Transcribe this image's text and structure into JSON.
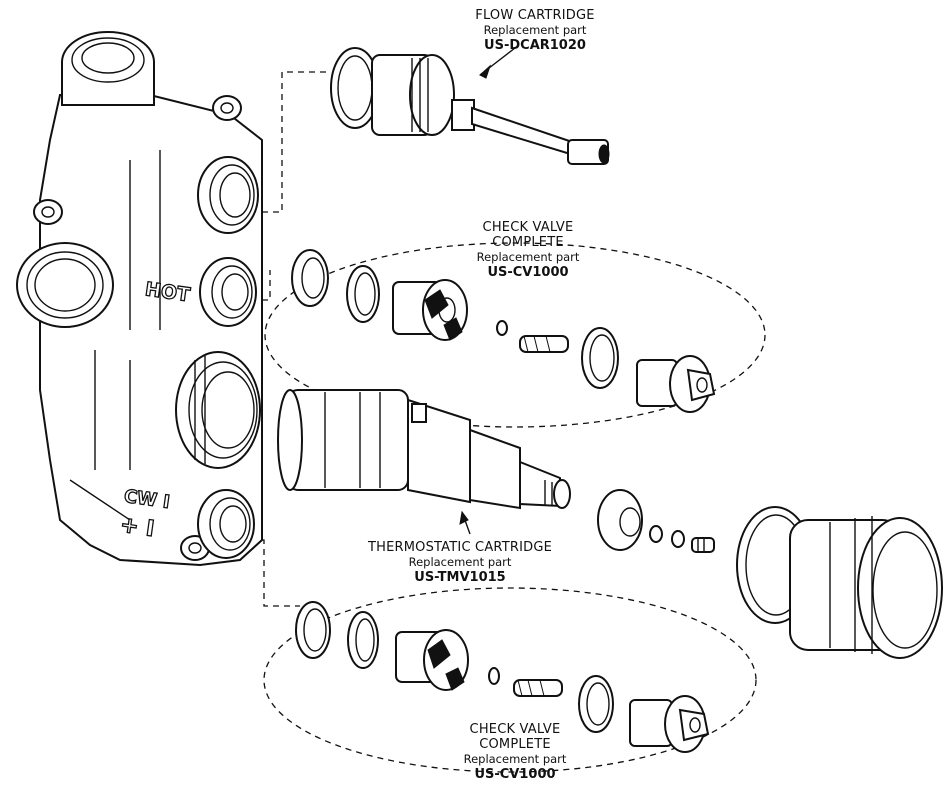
{
  "callouts": {
    "flow_cartridge": {
      "title": "FLOW CARTRIDGE",
      "sub": "Replacement part",
      "code": "US-DCAR1020"
    },
    "check_valve_top": {
      "title_line1": "CHECK VALVE",
      "title_line2": "COMPLETE",
      "sub": "Replacement part",
      "code": "US-CV1000"
    },
    "thermostatic_cartridge": {
      "title": "THERMOSTATIC CARTRIDGE",
      "sub": "Replacement part",
      "code": "US-TMV1015"
    },
    "check_valve_bottom": {
      "title_line1": "CHECK VALVE",
      "title_line2": "COMPLETE",
      "sub": "Replacement part",
      "code": "US-CV1000"
    }
  },
  "body_markings": {
    "hot": "HOT",
    "cold_line1": "CW I",
    "cold_line2": "+ I"
  }
}
